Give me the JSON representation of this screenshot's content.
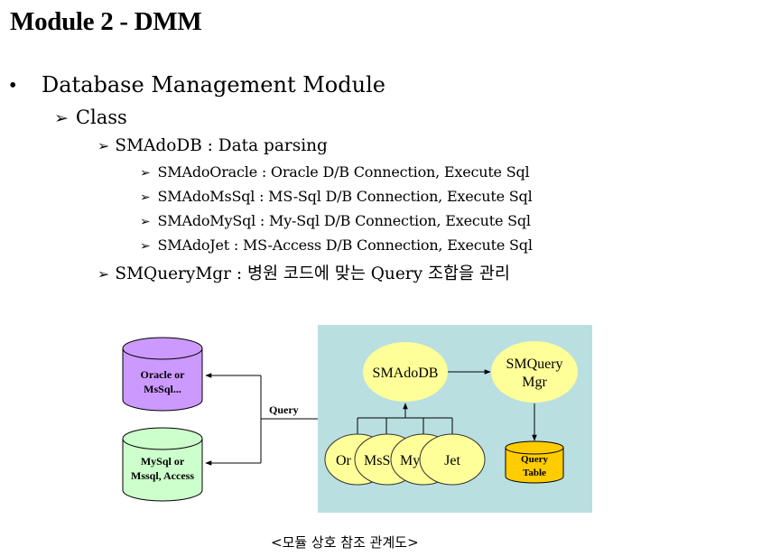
{
  "slide": {
    "title": "Module 2 - DMM",
    "bullet_glyph": "•",
    "arrow_glyph": "➢",
    "level1": "Database Management Module",
    "level2": "Class",
    "smadodb_line": "SMAdoDB : Data parsing",
    "subclasses": [
      "SMAdoOracle : Oracle D/B Connection, Execute Sql",
      "SMAdoMsSql : MS-Sql D/B Connection, Execute Sql",
      "SMAdoMySql : My-Sql D/B Connection, Execute Sql",
      "SMAdoJet : MS-Access D/B Connection, Execute Sql"
    ],
    "querymgr_line": "SMQueryMgr : 병원 코드에 맞는 Query 조합을 관리"
  },
  "diagram": {
    "db_oracle": [
      "Oracle or",
      "MsSql..."
    ],
    "db_mysql": [
      "MySql or",
      "Mssql, Access"
    ],
    "query_label": "Query",
    "smadodb": "SMAdoDB",
    "smquerymgr": [
      "SMQuery",
      "Mgr"
    ],
    "subclass_nodes": [
      "Or",
      "MsS",
      "My",
      "Jet"
    ],
    "query_table": [
      "Query",
      "Table"
    ],
    "colors": {
      "panel_bg": "#b9dfe1",
      "ellipse_fill": "#ffff99",
      "db_oracle_fill": "#cc99ff",
      "db_mysql_fill": "#ccffcc",
      "query_table_fill": "#ffcc00"
    },
    "caption": "<모듈 상호 참조 관계도>"
  }
}
